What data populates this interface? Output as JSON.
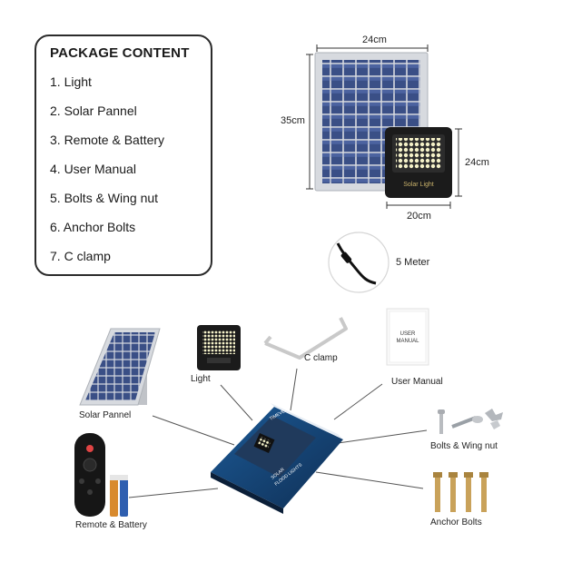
{
  "package": {
    "title": "PACKAGE CONTENT",
    "items": [
      "1. Light",
      "2. Solar Pannel",
      "3. Remote & Battery",
      "4. User Manual",
      "5. Bolts & Wing nut",
      "6. Anchor Bolts",
      "7. C clamp"
    ]
  },
  "dimensions": {
    "panel_width": "24cm",
    "panel_height": "35cm",
    "light_height": "24cm",
    "light_width": "20cm",
    "cable_length": "5 Meter"
  },
  "light_brand_text": "Solar Light",
  "user_manual_text": [
    "USER",
    "MANUAL"
  ],
  "box_text": {
    "brand": "TIMEVEX",
    "line1": "SOLAR",
    "line2": "FLOOD LIGHTS"
  },
  "labels": {
    "light": "Light",
    "c_clamp": "C clamp",
    "user_manual": "User Manual",
    "solar_pannel": "Solar Pannel",
    "bolts": "Bolts & Wing nut",
    "remote": "Remote & Battery",
    "anchor": "Anchor Bolts"
  },
  "colors": {
    "panel_frame": "#c9ccd2",
    "panel_cell": "#3a4f86",
    "light_body": "#1b1b1b",
    "led": "#f4f1c8",
    "box_blue": "#1c4f86"
  }
}
